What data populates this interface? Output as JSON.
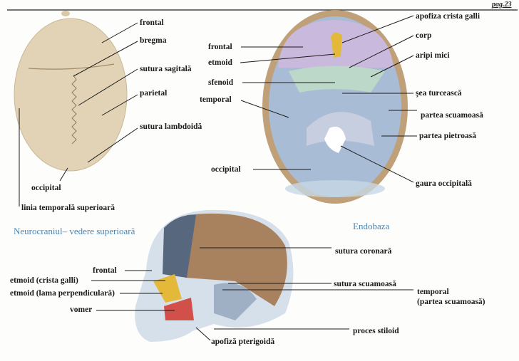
{
  "page_number": "pag.23",
  "superior_view": {
    "caption": "Neurocraniul– vedere superioară",
    "labels": {
      "frontal": "frontal",
      "bregma": "bregma",
      "sutura_sagitala": "sutura sagitală",
      "parietal": "parietal",
      "sutura_lambdoida": "sutura lambdoidă",
      "occipital": "occipital",
      "linia_temporala": "linia temporală superioară"
    }
  },
  "endobaza": {
    "caption": "Endobaza",
    "labels": {
      "frontal": "frontal",
      "etmoid": "etmoid",
      "sfenoid": "sfenoid",
      "temporal": "temporal",
      "occipital": "occipital",
      "apofiza_crista_galli": "apofiza crista galli",
      "corp": "corp",
      "aripi_mici": "aripi mici",
      "sea_turceasca": "şea turcească",
      "partea_scuamoasa": "partea scuamoasă",
      "partea_pietroasa": "partea pietroasă",
      "gaura_occipitala": "gaura occipitală"
    }
  },
  "sagittal_view": {
    "labels": {
      "sutura_coronara": "sutura coronară",
      "frontal": "frontal",
      "etmoid_crista_galli": "etmoid (crista galli)",
      "etmoid_lama": "etmoid (lama perpendiculară)",
      "vomer": "vomer",
      "sutura_scuamoasa": "sutura scuamoasă",
      "temporal_line1": "temporal",
      "temporal_line2": "(partea scuamoasă)",
      "proces_stiloid": "proces stiloid",
      "apofiza_pterigoida": "apofiză pterigoidă"
    }
  },
  "colors": {
    "caption": "#4a86b4",
    "bone_beige": "#e2d3b6",
    "endo_lilac": "#c9b9dc",
    "endo_blue": "#a9bcd6",
    "sphenoid_green": "#bcd8c8",
    "ethmoid_yellow": "#e4b93a",
    "vomer_red": "#d2504a",
    "parietal_brown": "#a8825f"
  }
}
